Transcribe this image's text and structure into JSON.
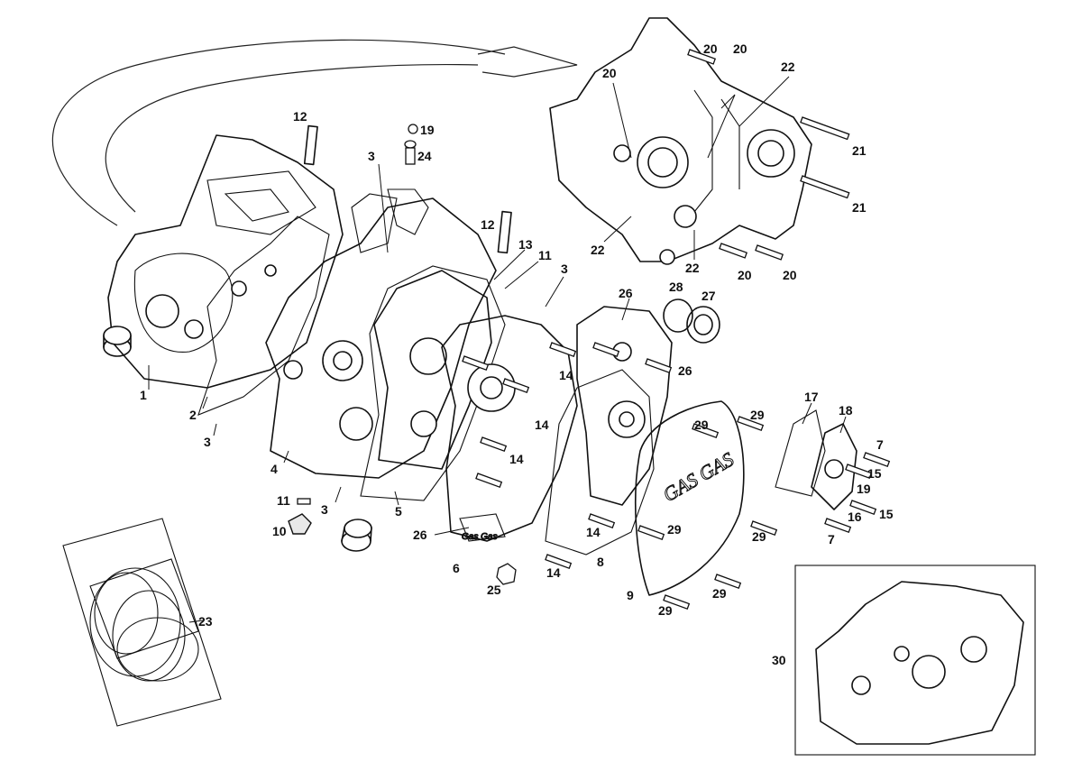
{
  "callouts": {
    "c1": "1",
    "c2": "2",
    "c3": "3",
    "c4": "4",
    "c5": "5",
    "c6": "6",
    "c7": "7",
    "c8": "8",
    "c9": "9",
    "c10": "10",
    "c11": "11",
    "c12": "12",
    "c13": "13",
    "c14": "14",
    "c15": "15",
    "c16": "16",
    "c17": "17",
    "c18": "18",
    "c19": "19",
    "c20": "20",
    "c21": "21",
    "c22": "22",
    "c23": "23",
    "c24": "24",
    "c25": "25",
    "c26": "26",
    "c27": "27",
    "c28": "28",
    "c29": "29",
    "c30": "30"
  },
  "cover_lettering": "GAS GAS",
  "colors": {
    "line": "#111111",
    "background": "#ffffff"
  }
}
